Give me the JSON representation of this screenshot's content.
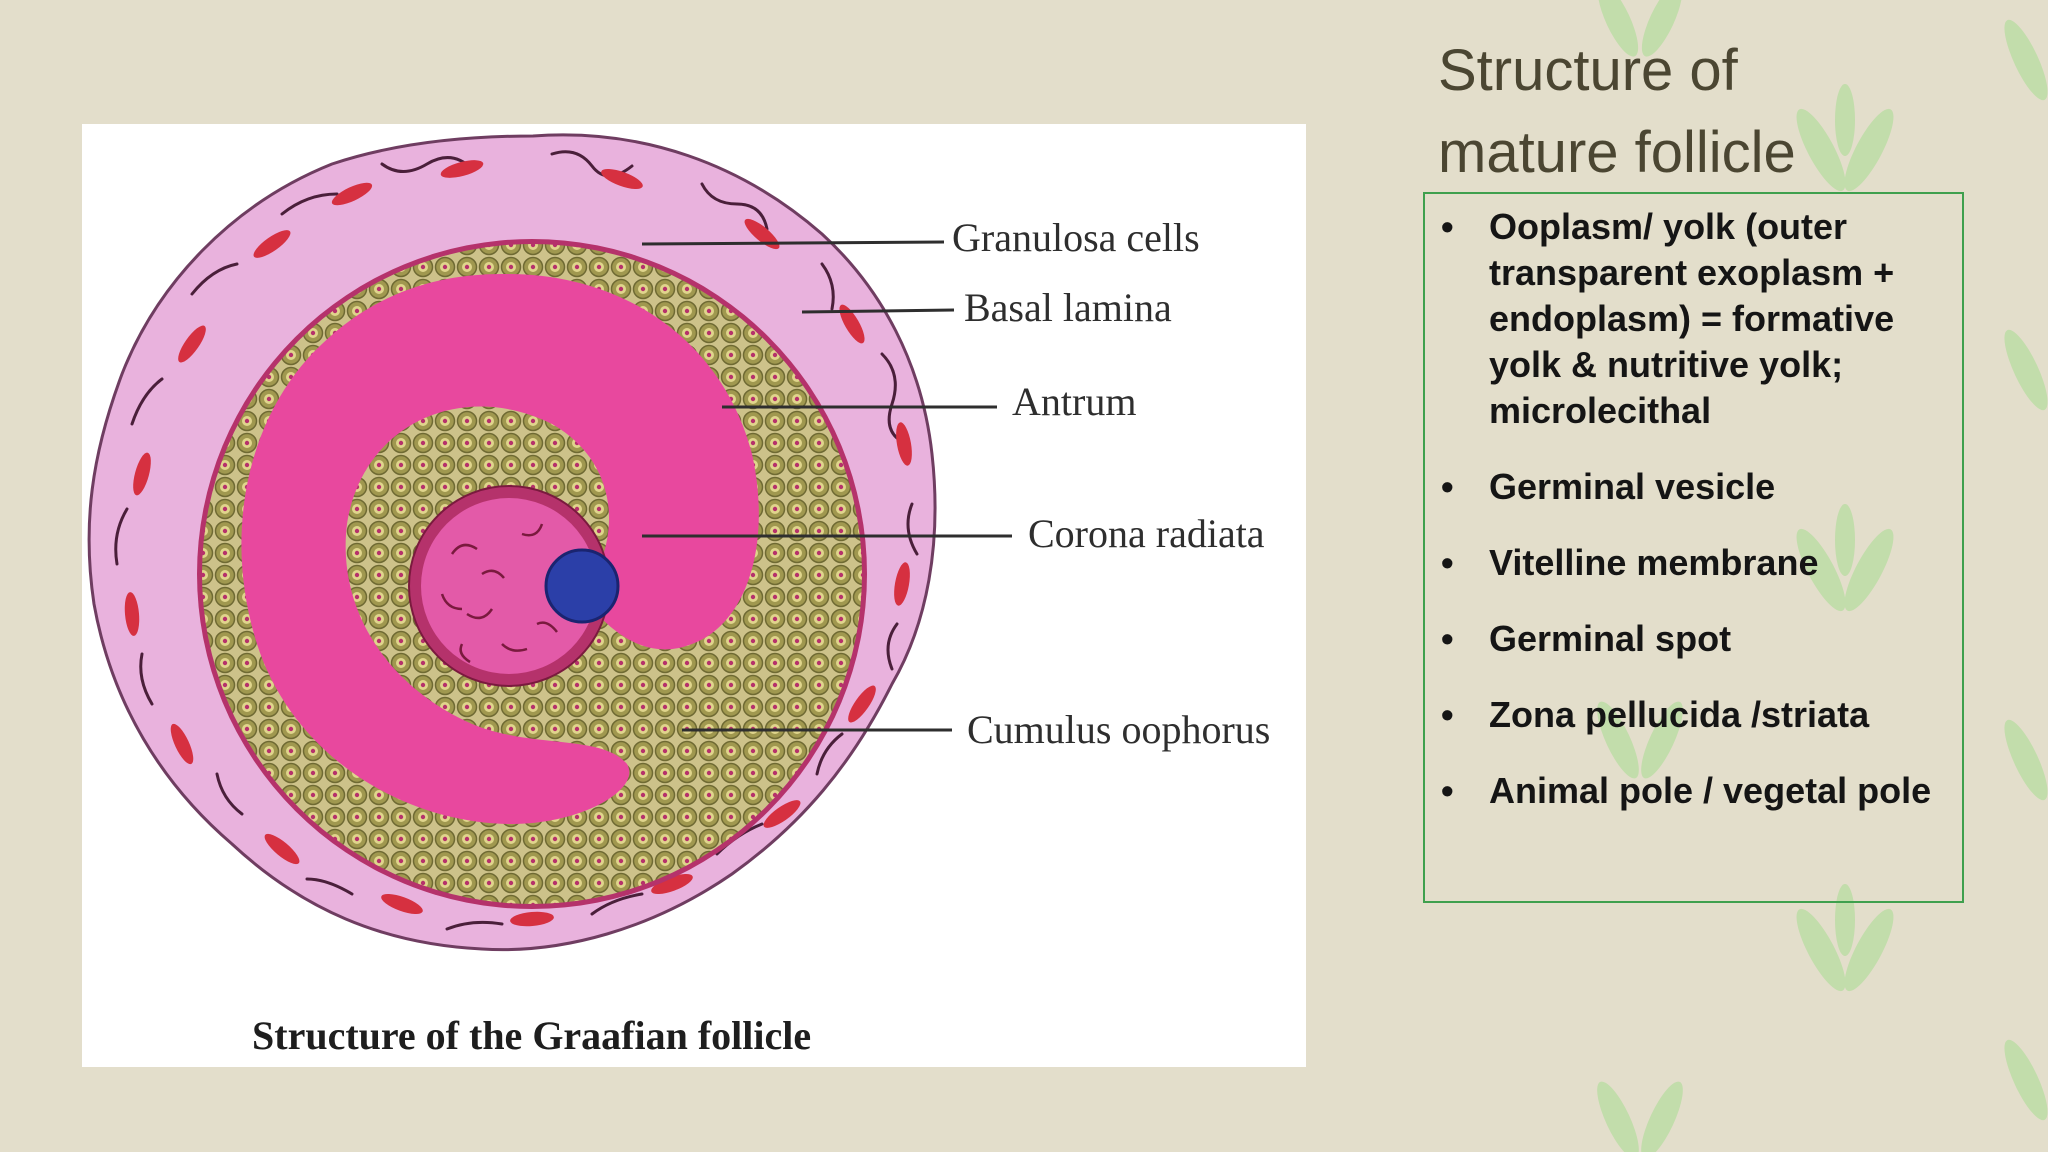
{
  "slide": {
    "title_lines": [
      "Structure of",
      "mature follicle"
    ],
    "bullets": [
      "Ooplasm/ yolk  (outer transparent exoplasm + endoplasm) = formative yolk & nutritive yolk; microlecithal",
      "Germinal vesicle",
      "Vitelline membrane",
      "Germinal  spot",
      "Zona pellucida /striata",
      "Animal pole / vegetal pole"
    ]
  },
  "figure": {
    "caption": "Structure of the Graafian follicle",
    "labels": {
      "granulosa": "Granulosa cells",
      "basal": "Basal lamina",
      "antrum": "Antrum",
      "corona": "Corona radiata",
      "cumulus": "Cumulus oophorus"
    }
  },
  "colors": {
    "background": "#e3decb",
    "antrum": "#e8489e",
    "theca": "#e9b2dd",
    "granulosa": "#a29a52",
    "nucleus": "#2b3fa8",
    "leaf": "#b7dca0",
    "box_border": "#3fa04e"
  },
  "icons": [
    "leaf-decoration-icon"
  ]
}
